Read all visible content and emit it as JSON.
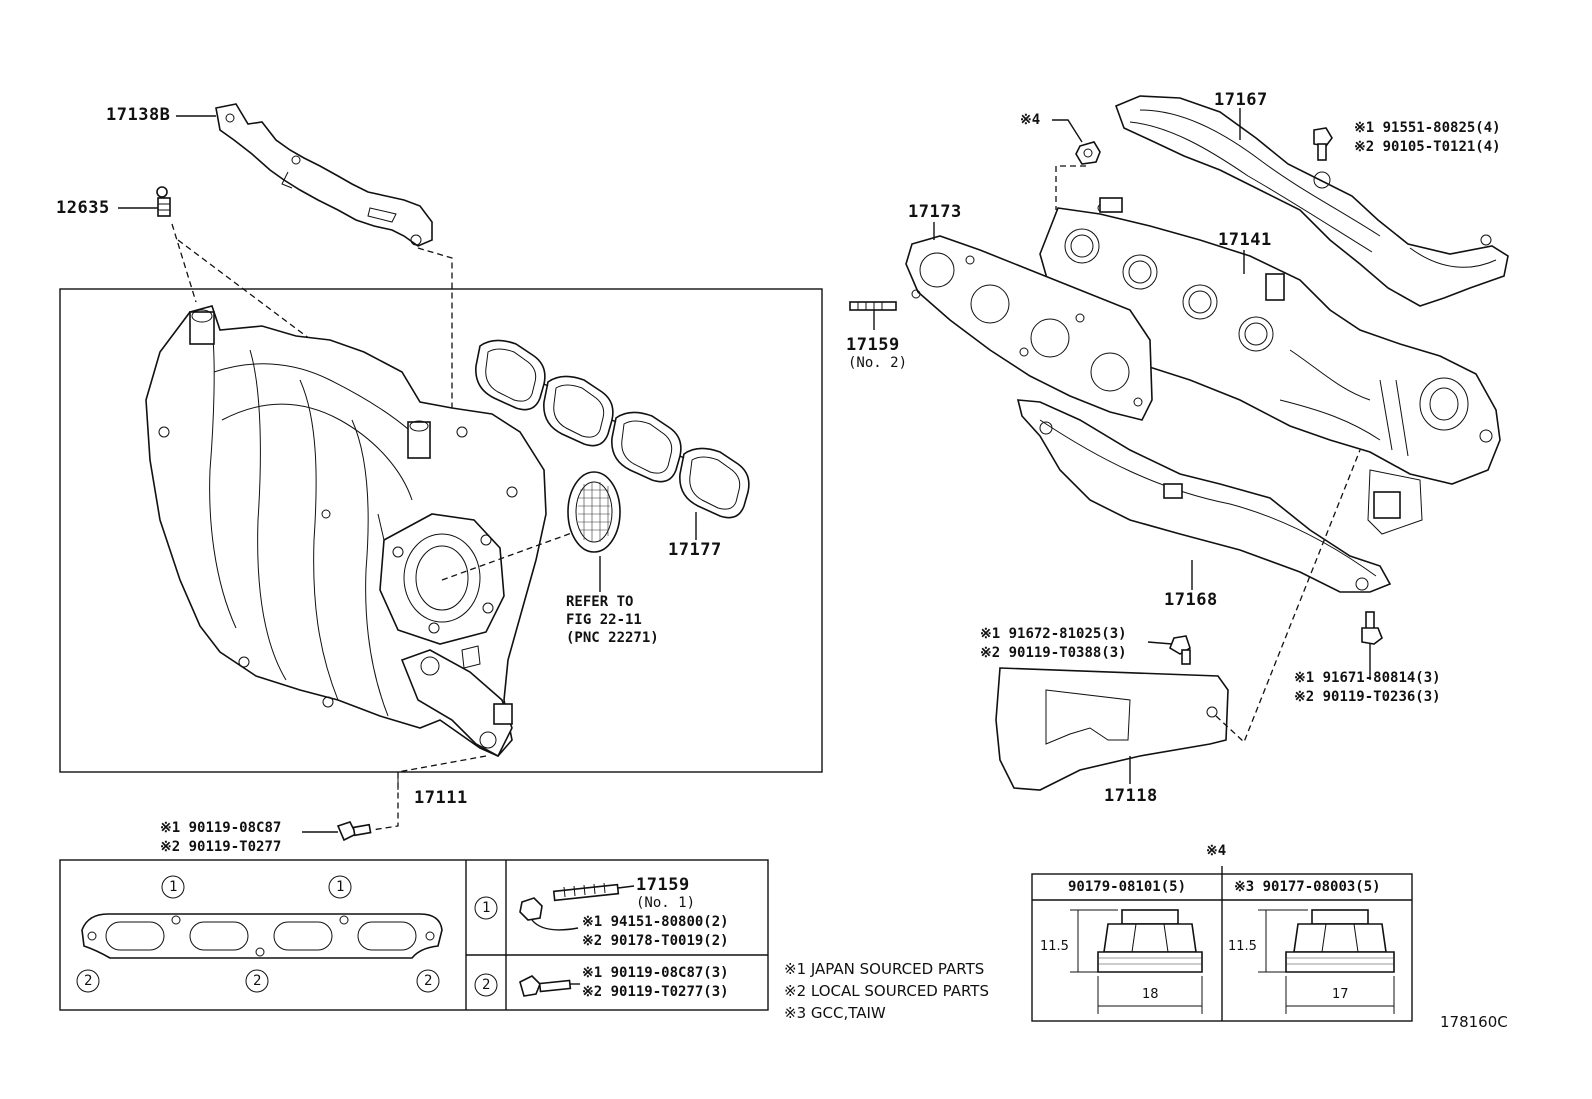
{
  "labels": {
    "p17138B": "17138B",
    "p12635": "12635",
    "p17177": "17177",
    "refer1": "REFER TO",
    "refer2": "FIG 22-11",
    "refer3": "(PNC 22271)",
    "p17111": "17111",
    "p17167": "17167",
    "p17173": "17173",
    "p17141": "17141",
    "p17159a": "17159",
    "p17159a_sub": "(No. 2)",
    "p17168": "17168",
    "p17118": "17118",
    "n4a": "※4",
    "n_17167_1": "※1 91551-80825(4)",
    "n_17167_2": "※2 90105-T0121(4)",
    "n_17118_1": "※1 91672-81025(3)",
    "n_17118_2": "※2 90119-T0388(3)",
    "n_17168_1": "※1 91671-80814(3)",
    "n_17168_2": "※2 90119-T0236(3)",
    "n_17111_1": "※1 90119-08C87",
    "n_17111_2": "※2 90119-T0277",
    "tbl_circle1": "1",
    "tbl_circle2": "2",
    "p17159b": "17159",
    "p17159b_sub": "(No. 1)",
    "row1_1": "※1 94151-80800(2)",
    "row1_2": "※2 90178-T0019(2)",
    "row2_1": "※1 90119-08C87(3)",
    "row2_2": "※2 90119-T0277(3)",
    "legend1": "※1 JAPAN SOURCED PARTS",
    "legend2": "※2 LOCAL SOURCED PARTS",
    "legend3": "※3 GCC,TAIW",
    "n4b": "※4",
    "nut1_head": "90179-08101(5)",
    "nut2_head": "※3 90177-08003(5)",
    "nut1_h": "11.5",
    "nut1_w": "18",
    "nut2_h": "11.5",
    "nut2_w": "17",
    "figure_id": "178160C"
  }
}
